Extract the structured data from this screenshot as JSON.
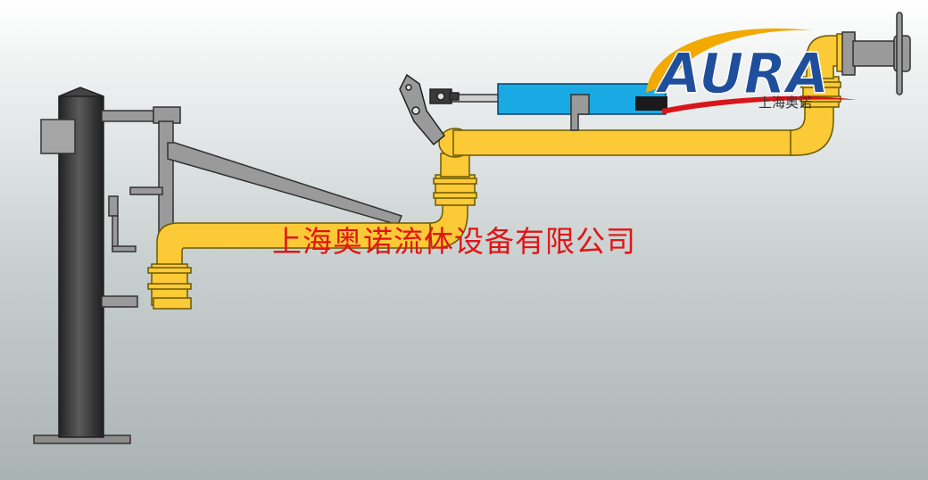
{
  "watermark": {
    "text": "上海奥诺流体设备有限公司"
  },
  "logo": {
    "wordmark": "AURA",
    "subtitle": "上海奥诺"
  },
  "colors": {
    "pipe": "#fcc937",
    "pipe_stroke": "#6b5a00",
    "column": "#3b3b3b",
    "steel": "#9a9a9a",
    "cylinder": "#19a9e3",
    "watermark": "#e01515",
    "logo_blue": "#1f4f9c",
    "logo_swoosh": "#f2a900",
    "logo_red": "#d9141b"
  }
}
